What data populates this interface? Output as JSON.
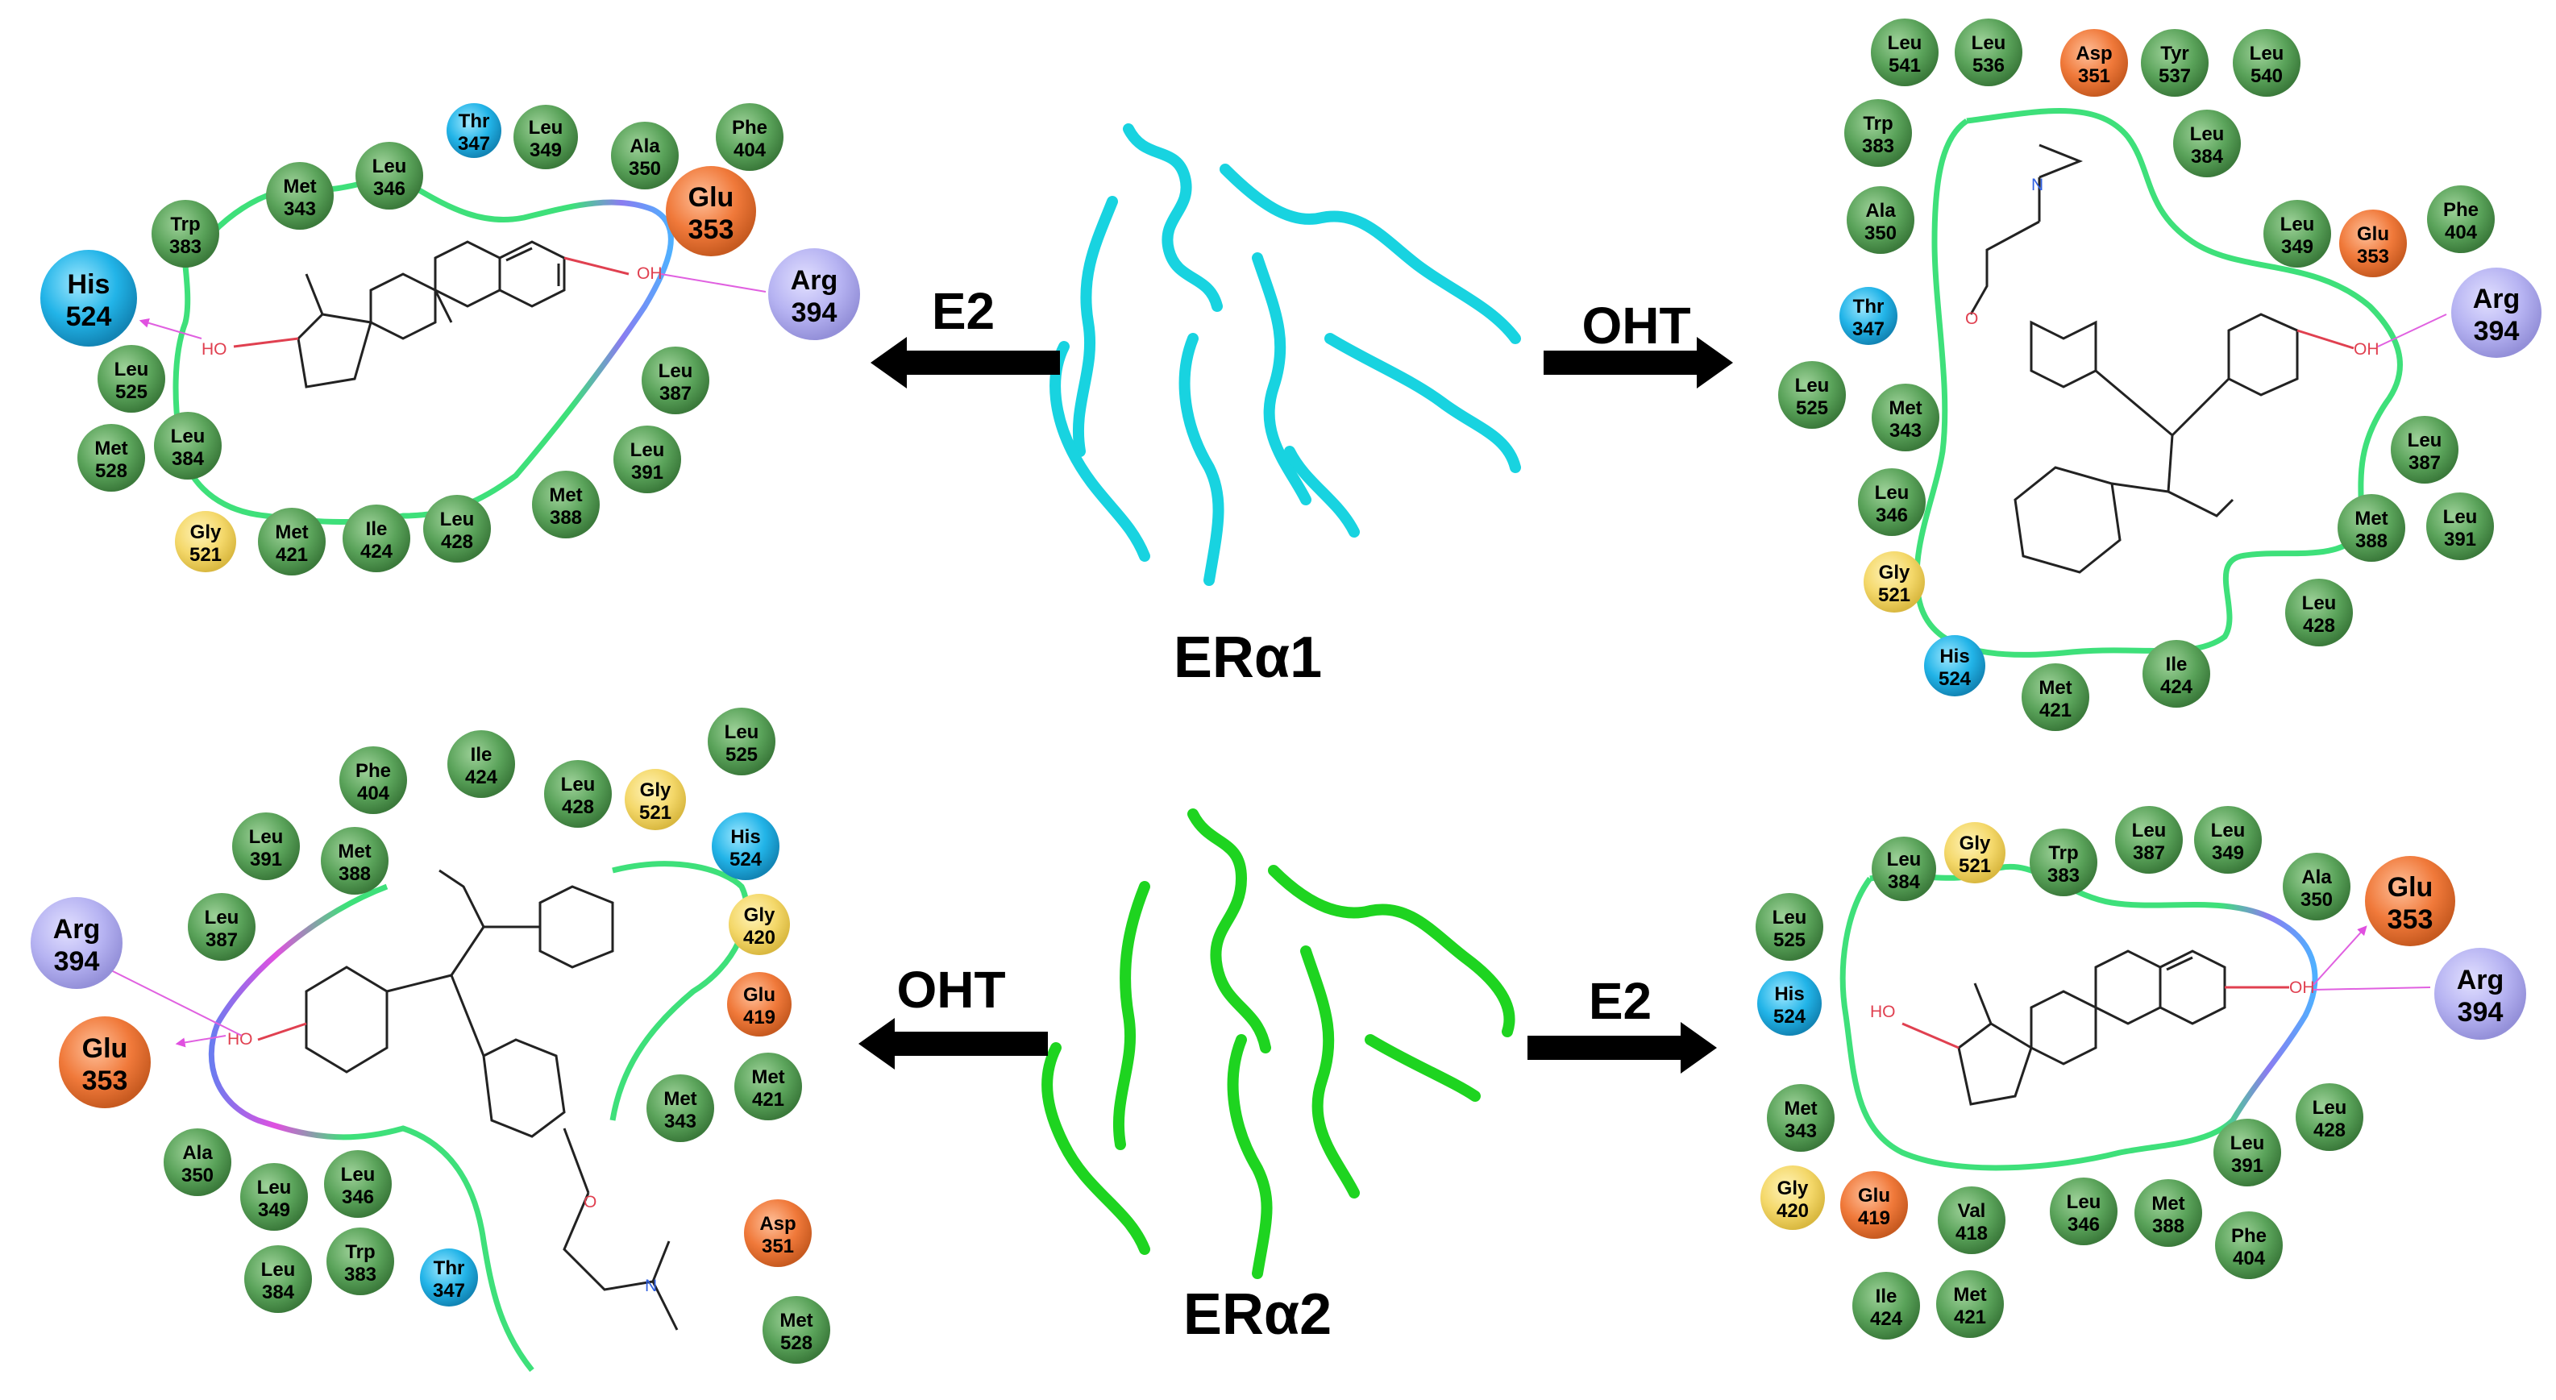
{
  "labels": {
    "top_left_arrow": "E2",
    "top_right_arrow": "OHT",
    "bottom_left_arrow": "OHT",
    "bottom_right_arrow": "E2",
    "top_protein": "ERα1",
    "bottom_protein": "ERα2"
  },
  "atoms": {
    "hydroxyl": "OH",
    "hydroxyl_left": "HO",
    "nitrogen": "N",
    "oxygen": "O"
  },
  "colors": {
    "hydrophobic": "#5a9e5a",
    "polar": "#2ab7e6",
    "negative": "#f07a3a",
    "positive": "#b9b6f2",
    "glycine": "#f4dc74",
    "pocket_line": "#3ee07a",
    "hbond": "#e060e0",
    "protein_top": "#18d3e0",
    "protein_bottom": "#1ed420"
  },
  "panels": {
    "top_left": {
      "ligand": "E2",
      "residues": [
        {
          "n": "His",
          "i": "524",
          "t": "polar"
        },
        {
          "n": "Trp",
          "i": "383",
          "t": "hydrophobic"
        },
        {
          "n": "Met",
          "i": "343",
          "t": "hydrophobic"
        },
        {
          "n": "Leu",
          "i": "346",
          "t": "hydrophobic"
        },
        {
          "n": "Thr",
          "i": "347",
          "t": "polar"
        },
        {
          "n": "Leu",
          "i": "349",
          "t": "hydrophobic"
        },
        {
          "n": "Ala",
          "i": "350",
          "t": "hydrophobic"
        },
        {
          "n": "Phe",
          "i": "404",
          "t": "hydrophobic"
        },
        {
          "n": "Glu",
          "i": "353",
          "t": "negative"
        },
        {
          "n": "Arg",
          "i": "394",
          "t": "positive"
        },
        {
          "n": "Leu",
          "i": "525",
          "t": "hydrophobic"
        },
        {
          "n": "Met",
          "i": "528",
          "t": "hydrophobic"
        },
        {
          "n": "Leu",
          "i": "384",
          "t": "hydrophobic"
        },
        {
          "n": "Gly",
          "i": "521",
          "t": "glycine"
        },
        {
          "n": "Met",
          "i": "421",
          "t": "hydrophobic"
        },
        {
          "n": "Ile",
          "i": "424",
          "t": "hydrophobic"
        },
        {
          "n": "Leu",
          "i": "428",
          "t": "hydrophobic"
        },
        {
          "n": "Met",
          "i": "388",
          "t": "hydrophobic"
        },
        {
          "n": "Leu",
          "i": "391",
          "t": "hydrophobic"
        },
        {
          "n": "Leu",
          "i": "387",
          "t": "hydrophobic"
        }
      ]
    },
    "top_right": {
      "ligand": "OHT",
      "residues": [
        {
          "n": "Leu",
          "i": "541",
          "t": "hydrophobic"
        },
        {
          "n": "Leu",
          "i": "536",
          "t": "hydrophobic"
        },
        {
          "n": "Asp",
          "i": "351",
          "t": "negative"
        },
        {
          "n": "Tyr",
          "i": "537",
          "t": "hydrophobic"
        },
        {
          "n": "Leu",
          "i": "540",
          "t": "hydrophobic"
        },
        {
          "n": "Trp",
          "i": "383",
          "t": "hydrophobic"
        },
        {
          "n": "Leu",
          "i": "384",
          "t": "hydrophobic"
        },
        {
          "n": "Ala",
          "i": "350",
          "t": "hydrophobic"
        },
        {
          "n": "Leu",
          "i": "349",
          "t": "hydrophobic"
        },
        {
          "n": "Glu",
          "i": "353",
          "t": "negative"
        },
        {
          "n": "Phe",
          "i": "404",
          "t": "hydrophobic"
        },
        {
          "n": "Thr",
          "i": "347",
          "t": "polar"
        },
        {
          "n": "Arg",
          "i": "394",
          "t": "positive"
        },
        {
          "n": "Leu",
          "i": "525",
          "t": "hydrophobic"
        },
        {
          "n": "Met",
          "i": "343",
          "t": "hydrophobic"
        },
        {
          "n": "Leu",
          "i": "346",
          "t": "hydrophobic"
        },
        {
          "n": "Leu",
          "i": "387",
          "t": "hydrophobic"
        },
        {
          "n": "Met",
          "i": "388",
          "t": "hydrophobic"
        },
        {
          "n": "Leu",
          "i": "391",
          "t": "hydrophobic"
        },
        {
          "n": "Gly",
          "i": "521",
          "t": "glycine"
        },
        {
          "n": "Leu",
          "i": "428",
          "t": "hydrophobic"
        },
        {
          "n": "His",
          "i": "524",
          "t": "polar"
        },
        {
          "n": "Met",
          "i": "421",
          "t": "hydrophobic"
        },
        {
          "n": "Ile",
          "i": "424",
          "t": "hydrophobic"
        }
      ]
    },
    "bottom_left": {
      "ligand": "OHT",
      "residues": [
        {
          "n": "Leu",
          "i": "525",
          "t": "hydrophobic"
        },
        {
          "n": "Phe",
          "i": "404",
          "t": "hydrophobic"
        },
        {
          "n": "Ile",
          "i": "424",
          "t": "hydrophobic"
        },
        {
          "n": "Leu",
          "i": "428",
          "t": "hydrophobic"
        },
        {
          "n": "Gly",
          "i": "521",
          "t": "glycine"
        },
        {
          "n": "His",
          "i": "524",
          "t": "polar"
        },
        {
          "n": "Leu",
          "i": "391",
          "t": "hydrophobic"
        },
        {
          "n": "Met",
          "i": "388",
          "t": "hydrophobic"
        },
        {
          "n": "Gly",
          "i": "420",
          "t": "glycine"
        },
        {
          "n": "Leu",
          "i": "387",
          "t": "hydrophobic"
        },
        {
          "n": "Arg",
          "i": "394",
          "t": "positive"
        },
        {
          "n": "Glu",
          "i": "419",
          "t": "negative"
        },
        {
          "n": "Glu",
          "i": "353",
          "t": "negative"
        },
        {
          "n": "Met",
          "i": "343",
          "t": "hydrophobic"
        },
        {
          "n": "Met",
          "i": "421",
          "t": "hydrophobic"
        },
        {
          "n": "Ala",
          "i": "350",
          "t": "hydrophobic"
        },
        {
          "n": "Leu",
          "i": "346",
          "t": "hydrophobic"
        },
        {
          "n": "Leu",
          "i": "349",
          "t": "hydrophobic"
        },
        {
          "n": "Asp",
          "i": "351",
          "t": "negative"
        },
        {
          "n": "Leu",
          "i": "384",
          "t": "hydrophobic"
        },
        {
          "n": "Trp",
          "i": "383",
          "t": "hydrophobic"
        },
        {
          "n": "Thr",
          "i": "347",
          "t": "polar"
        },
        {
          "n": "Met",
          "i": "528",
          "t": "hydrophobic"
        }
      ]
    },
    "bottom_right": {
      "ligand": "E2",
      "residues": [
        {
          "n": "Leu",
          "i": "384",
          "t": "hydrophobic"
        },
        {
          "n": "Gly",
          "i": "521",
          "t": "glycine"
        },
        {
          "n": "Trp",
          "i": "383",
          "t": "hydrophobic"
        },
        {
          "n": "Leu",
          "i": "387",
          "t": "hydrophobic"
        },
        {
          "n": "Leu",
          "i": "349",
          "t": "hydrophobic"
        },
        {
          "n": "Ala",
          "i": "350",
          "t": "hydrophobic"
        },
        {
          "n": "Glu",
          "i": "353",
          "t": "negative"
        },
        {
          "n": "Leu",
          "i": "525",
          "t": "hydrophobic"
        },
        {
          "n": "His",
          "i": "524",
          "t": "polar"
        },
        {
          "n": "Arg",
          "i": "394",
          "t": "positive"
        },
        {
          "n": "Met",
          "i": "343",
          "t": "hydrophobic"
        },
        {
          "n": "Leu",
          "i": "428",
          "t": "hydrophobic"
        },
        {
          "n": "Leu",
          "i": "391",
          "t": "hydrophobic"
        },
        {
          "n": "Gly",
          "i": "420",
          "t": "glycine"
        },
        {
          "n": "Glu",
          "i": "419",
          "t": "negative"
        },
        {
          "n": "Val",
          "i": "418",
          "t": "hydrophobic"
        },
        {
          "n": "Leu",
          "i": "346",
          "t": "hydrophobic"
        },
        {
          "n": "Met",
          "i": "388",
          "t": "hydrophobic"
        },
        {
          "n": "Phe",
          "i": "404",
          "t": "hydrophobic"
        },
        {
          "n": "Ile",
          "i": "424",
          "t": "hydrophobic"
        },
        {
          "n": "Met",
          "i": "421",
          "t": "hydrophobic"
        }
      ]
    }
  }
}
